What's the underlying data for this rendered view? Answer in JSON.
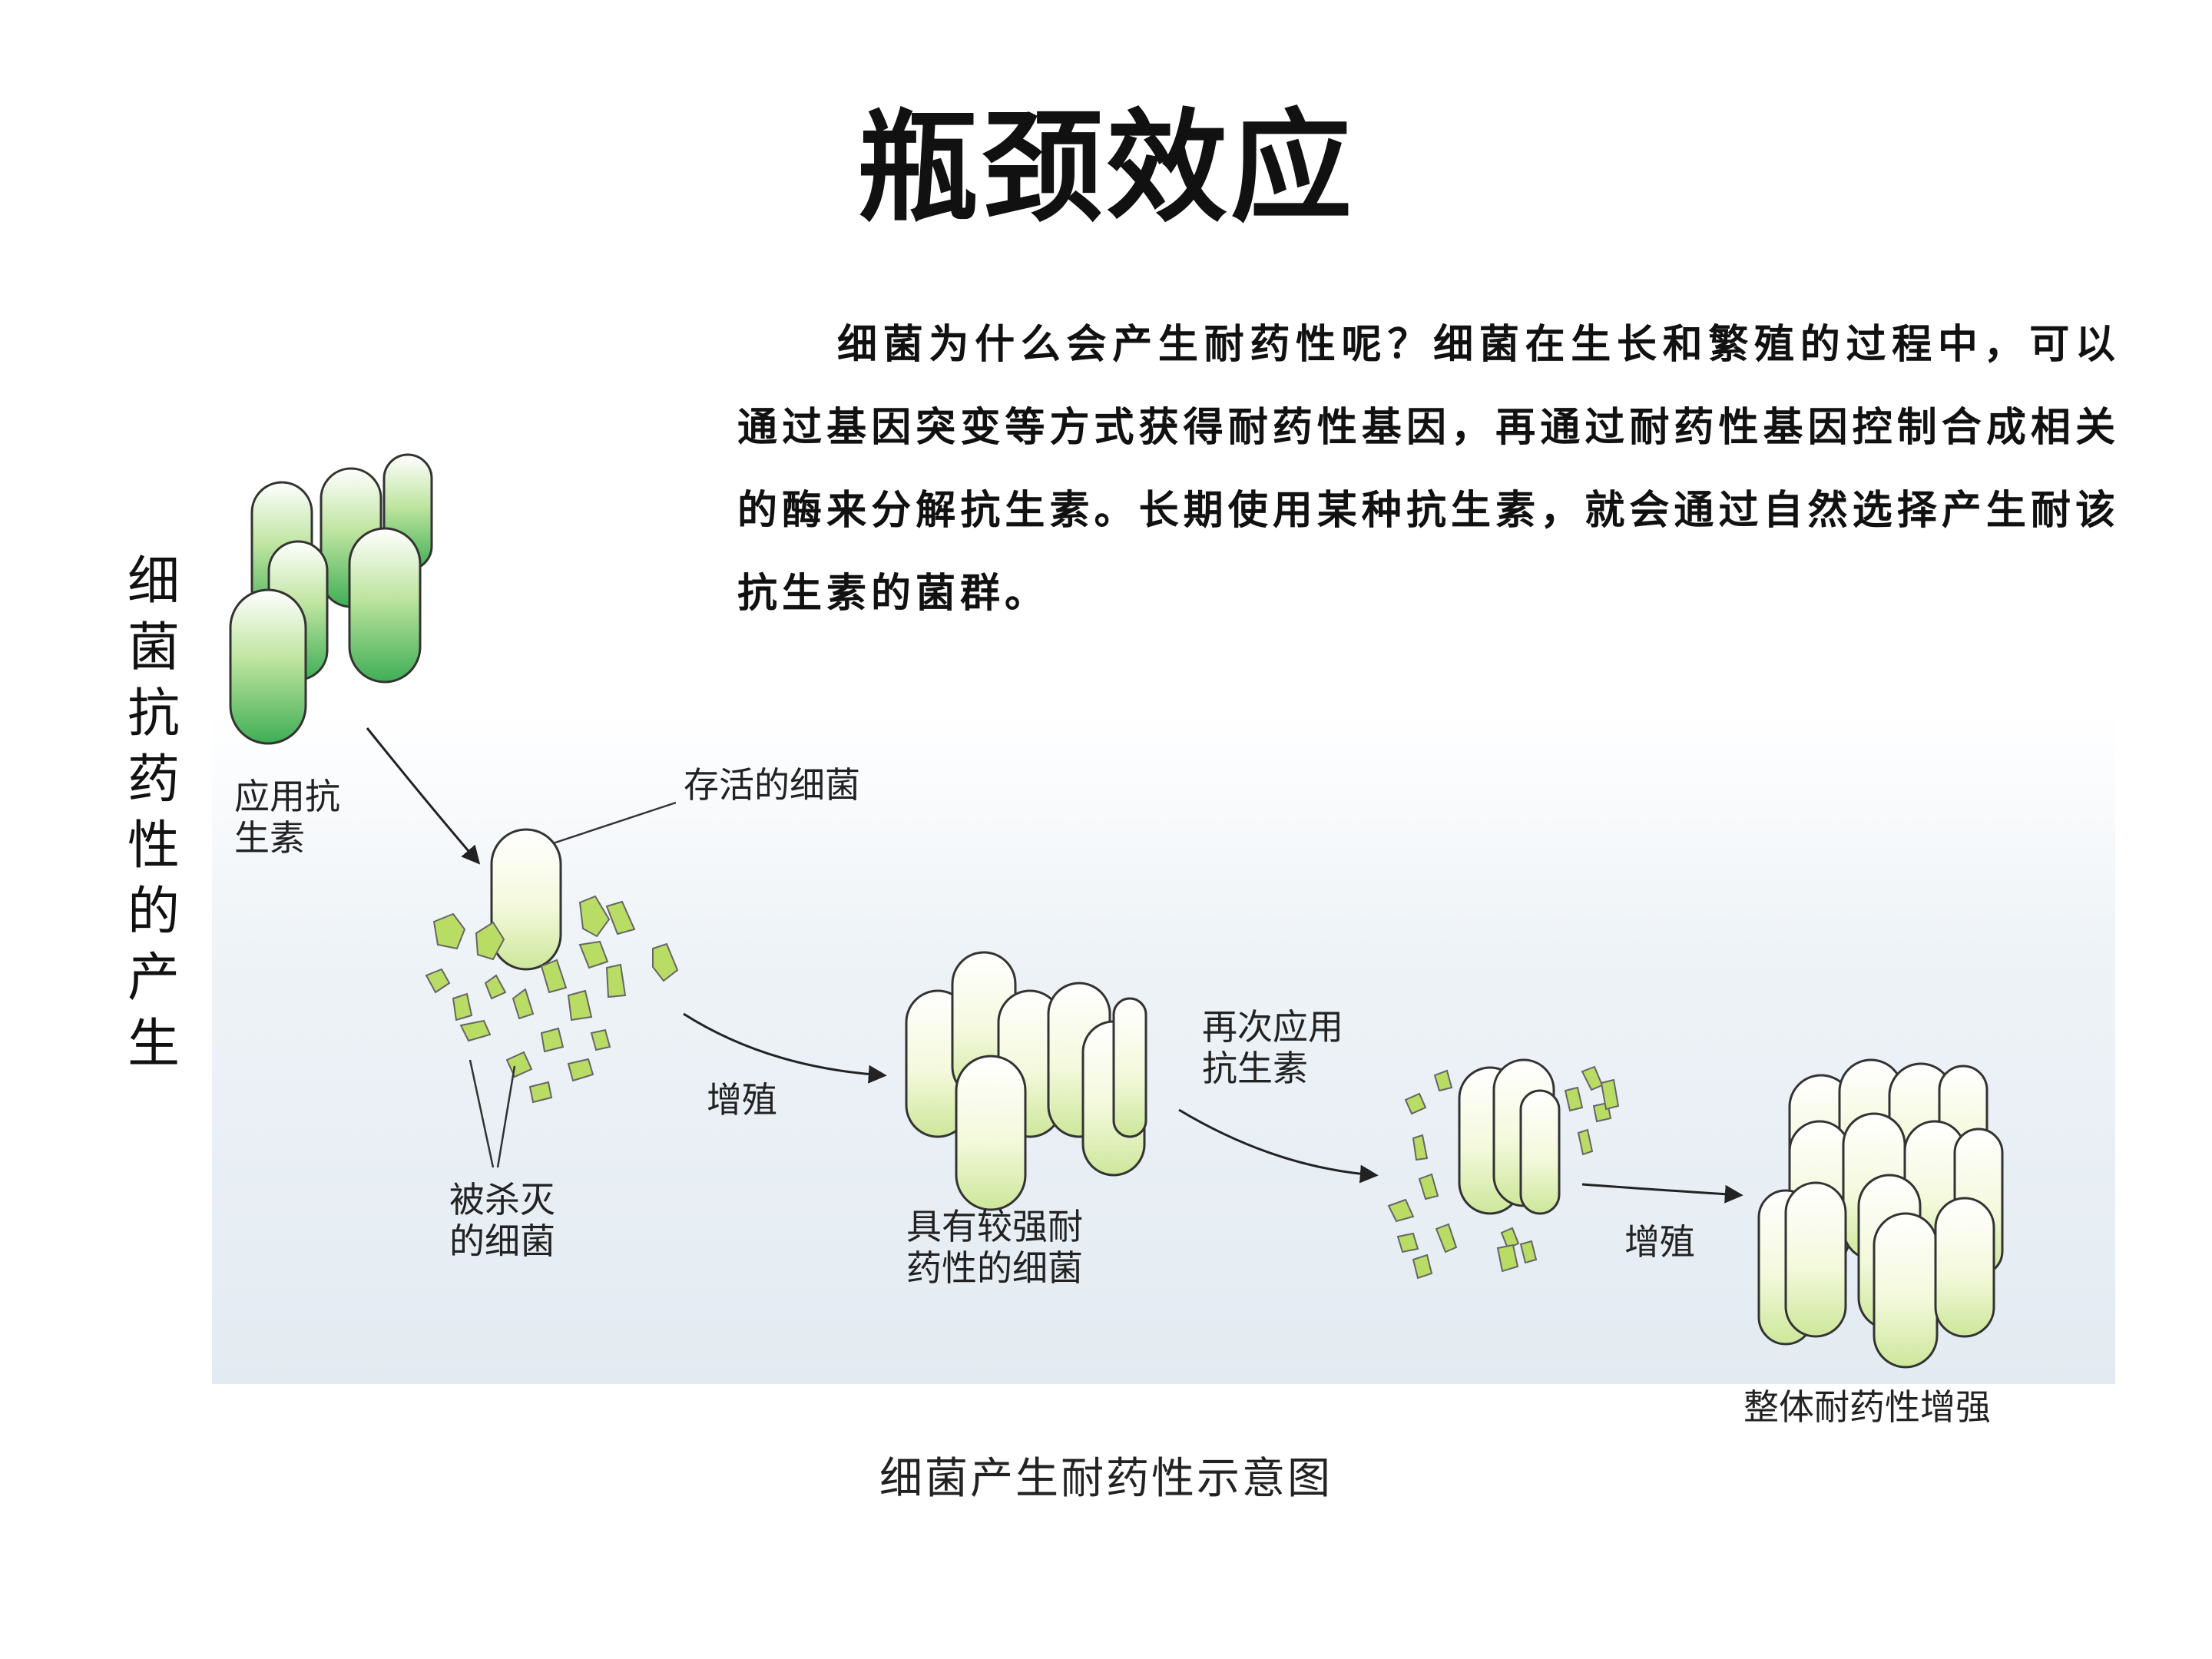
{
  "title": "瓶颈效应",
  "side_label": "细菌抗药性的产生",
  "paragraph": "细菌为什么会产生耐药性呢？细菌在生长和繁殖的过程中，可以通过基因突变等方式获得耐药性基因，再通过耐药性基因控制合成相关的酶来分解抗生素。长期使用某种抗生素，就会通过自然选择产生耐该抗生素的菌群。",
  "labels": {
    "apply_antibiotic": "应用抗生素",
    "surviving_bacteria": "存活的细菌",
    "killed_bacteria": "被杀灭的细菌",
    "proliferate_1": "增殖",
    "resistant_bacteria": "具有较强耐药性的细菌",
    "reapply_antibiotic": "再次应用抗生素",
    "proliferate_2": "增殖",
    "overall_resistance_increase": "整体耐药性增强"
  },
  "caption": "细菌产生耐药性示意图",
  "colors": {
    "cell_fill_light": "#f8fbe6",
    "cell_fill_green": "#8fcf6a",
    "debris_fill": "#b9dc64",
    "background_blue": "#e3ebf2"
  }
}
